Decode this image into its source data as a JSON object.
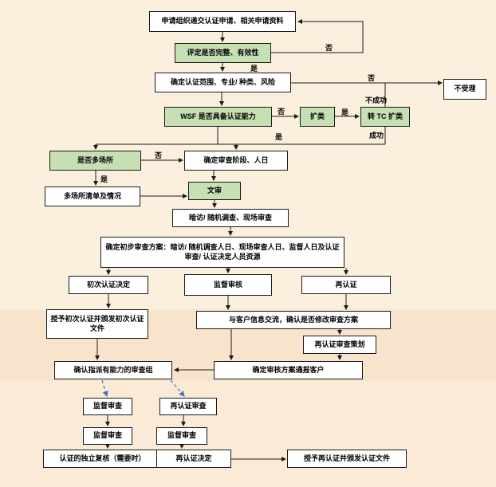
{
  "colors": {
    "background": "#FBEFDD",
    "band_mid": "#F8E4CC",
    "band_bottom": "#FAEAD6",
    "node_green": "#C6E0B4",
    "node_white": "#FFFFFF",
    "line": "#1A1A1A",
    "dashed_arrow": "#4472C4"
  },
  "nodes": {
    "apply": {
      "label": "申请组织递交认证申请、相关申请资料"
    },
    "assess": {
      "label": "评定是否完整、有效性"
    },
    "scope": {
      "label": "确定认证范围、专业/ 种类、风险"
    },
    "reject": {
      "label": "不受理"
    },
    "wsf": {
      "label": "WSF 是否具备认证能力"
    },
    "expand": {
      "label": "扩类"
    },
    "tc_expand": {
      "label": "转 TC 扩类"
    },
    "multisite": {
      "label": "是否多场所"
    },
    "stage": {
      "label": "确定审查阶段、人日"
    },
    "site_list": {
      "label": "多场所清单及情况"
    },
    "doc_review": {
      "label": "文审"
    },
    "visit": {
      "label": "暗访/ 随机调查、现场审查"
    },
    "plan": {
      "label": "确定初步审查方案：暗访/ 随机调查人日、现场审查人日、监督人日及认证审查/ 认证决定人员资源"
    },
    "initial_decision": {
      "label": "初次认证决定"
    },
    "surveillance_audit": {
      "label": "监督审核"
    },
    "recert": {
      "label": "再认证"
    },
    "grant_initial": {
      "label": "授予初次认证并颁发初次认证文件"
    },
    "client_comm": {
      "label": "与客户信息交流，确认是否修改审查方案"
    },
    "recert_plan": {
      "label": "再认证审查策划"
    },
    "audit_team": {
      "label": "确认指派有能力的审查组"
    },
    "notify_client": {
      "label": "确定审核方案通报客户"
    },
    "surv_1": {
      "label": "监督审查"
    },
    "recert_audit": {
      "label": "再认证审查"
    },
    "surv_2": {
      "label": "监督审查"
    },
    "surv_3": {
      "label": "监督审查"
    },
    "independent_review": {
      "label": "认证的独立复核（需要时）"
    },
    "recert_decision": {
      "label": "再认证决定"
    },
    "grant_recert": {
      "label": "授予再认证并颁发认证文件"
    }
  },
  "edge_labels": {
    "no_assess": "否",
    "yes_assess": "是",
    "no_scope": "否",
    "no_wsf": "否",
    "yes_expand": "是",
    "fail": "不成功",
    "success": "成功",
    "yes_wsf": "是",
    "no_multisite": "否",
    "yes_multisite": "是"
  }
}
